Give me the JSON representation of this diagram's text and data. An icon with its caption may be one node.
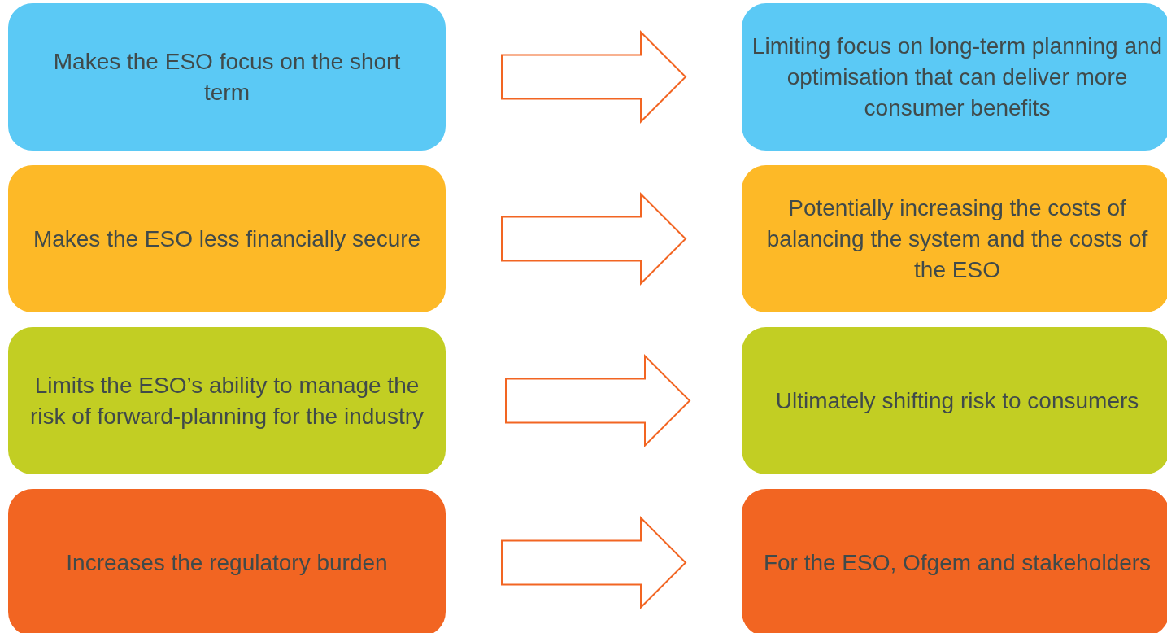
{
  "diagram": {
    "nodes": [
      {
        "text": [
          "Makes the ESO focus on the short term"
        ]
      },
      {
        "text": [
          "Limiting focus on long-term planning and optimisation that can deliver more consumer benefits"
        ]
      },
      {
        "text": [
          "Makes the ESO less financially secure"
        ]
      },
      {
        "text": [
          "Potentially increasing the costs of balancing the system and the costs of the ESO"
        ]
      },
      {
        "text": [
          "Limits the ESO’s ability to manage the risk of forward-planning for the industry"
        ]
      },
      {
        "text": [
          "Ultimately shifting risk to consumers"
        ]
      },
      {
        "text": [
          "Increases the regulatory burden"
        ]
      },
      {
        "text": [
          "For the ESO, Ofgem and stakeholders"
        ]
      }
    ],
    "edges": [
      {
        "from": 0,
        "to": 1,
        "arrow": "to"
      },
      {
        "from": 2,
        "to": 3,
        "arrow": "to"
      },
      {
        "from": 4,
        "to": 5,
        "arrow": "to"
      },
      {
        "from": 6,
        "to": 7,
        "arrow": "to"
      }
    ]
  }
}
